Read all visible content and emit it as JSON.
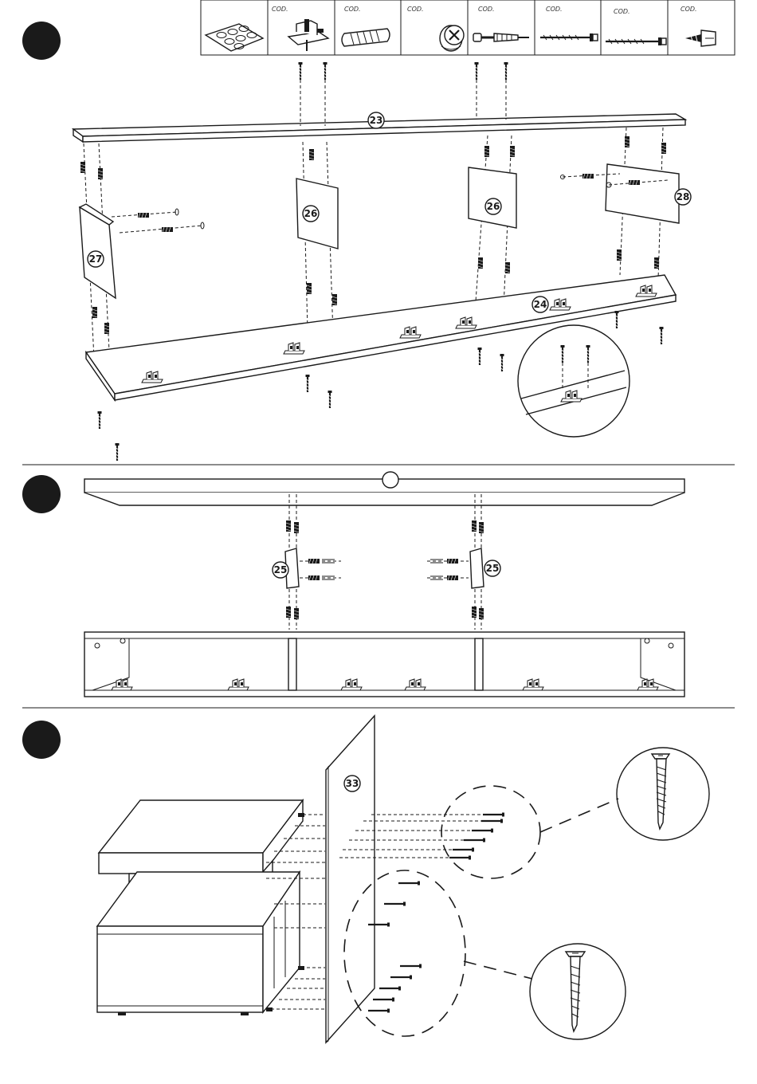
{
  "hardware_table": {
    "cells": [
      {
        "icon": "felt-pads-icon",
        "code_label": ""
      },
      {
        "icon": "connector-bracket-icon",
        "code_label": "COD."
      },
      {
        "icon": "wooden-dowel-icon",
        "code_label": "COD."
      },
      {
        "icon": "cam-lock-icon",
        "code_label": "COD."
      },
      {
        "icon": "plug-screw-icon",
        "code_label": "COD."
      },
      {
        "icon": "long-screw-icon",
        "code_label": "COD."
      },
      {
        "icon": "long-screw-icon",
        "code_label": "COD."
      },
      {
        "icon": "short-screw-icon",
        "code_label": "COD."
      }
    ]
  },
  "step1": {
    "parts": {
      "top_panel": "23",
      "bottom_panel": "24",
      "divider_a": "26",
      "divider_b": "26",
      "side_left": "27",
      "side_right": "28"
    }
  },
  "step2": {
    "parts": {
      "connector_left": "25",
      "connector_right": "25"
    }
  },
  "step3": {
    "parts": {
      "back_panel": "33"
    }
  }
}
